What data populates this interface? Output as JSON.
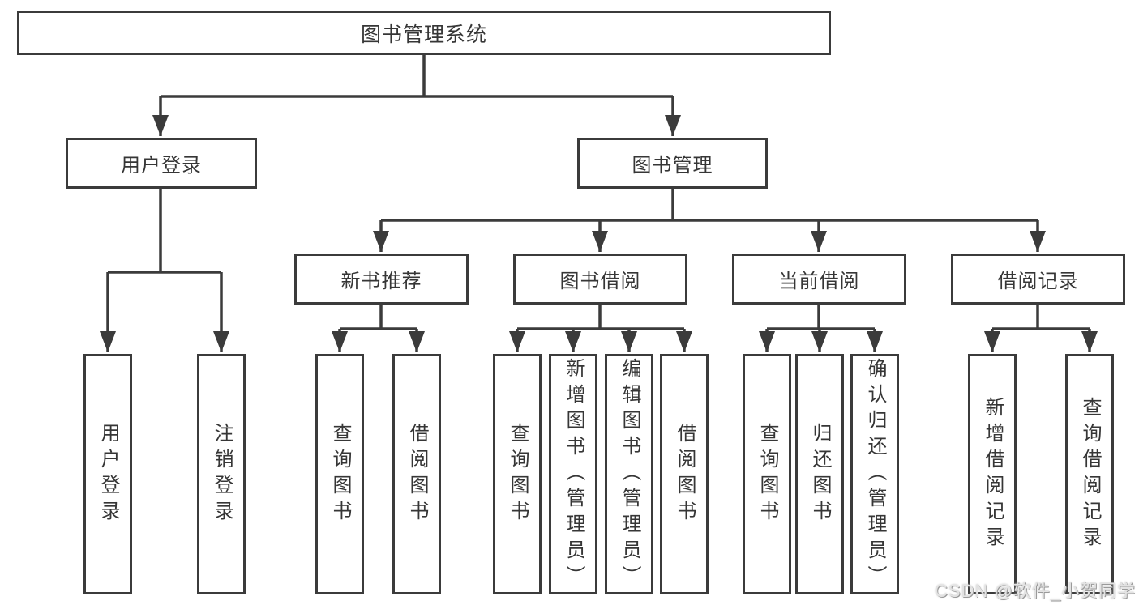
{
  "diagram": {
    "root": {
      "label": "图书管理系统"
    },
    "branches": [
      {
        "label": "用户登录",
        "children": [
          "用户登录",
          "注销登录"
        ]
      },
      {
        "label": "图书管理",
        "sections": [
          {
            "label": "新书推荐",
            "children": [
              "查询图书",
              "借阅图书"
            ]
          },
          {
            "label": "图书借阅",
            "children": [
              "查询图书",
              "新增图书（管理员）",
              "编辑图书（管理员）",
              "借阅图书"
            ]
          },
          {
            "label": "当前借阅",
            "children": [
              "查询图书",
              "归还图书",
              "确认归还（管理员）"
            ]
          },
          {
            "label": "借阅记录",
            "children": [
              "新增借阅记录",
              "查询借阅记录"
            ]
          }
        ]
      }
    ]
  },
  "watermark": {
    "text": "CSDN @软件_小贺同学"
  },
  "colors": {
    "line": "#3b3b3b",
    "text": "#363636",
    "background": "#ffffff",
    "watermark": "#e3e3e3"
  }
}
